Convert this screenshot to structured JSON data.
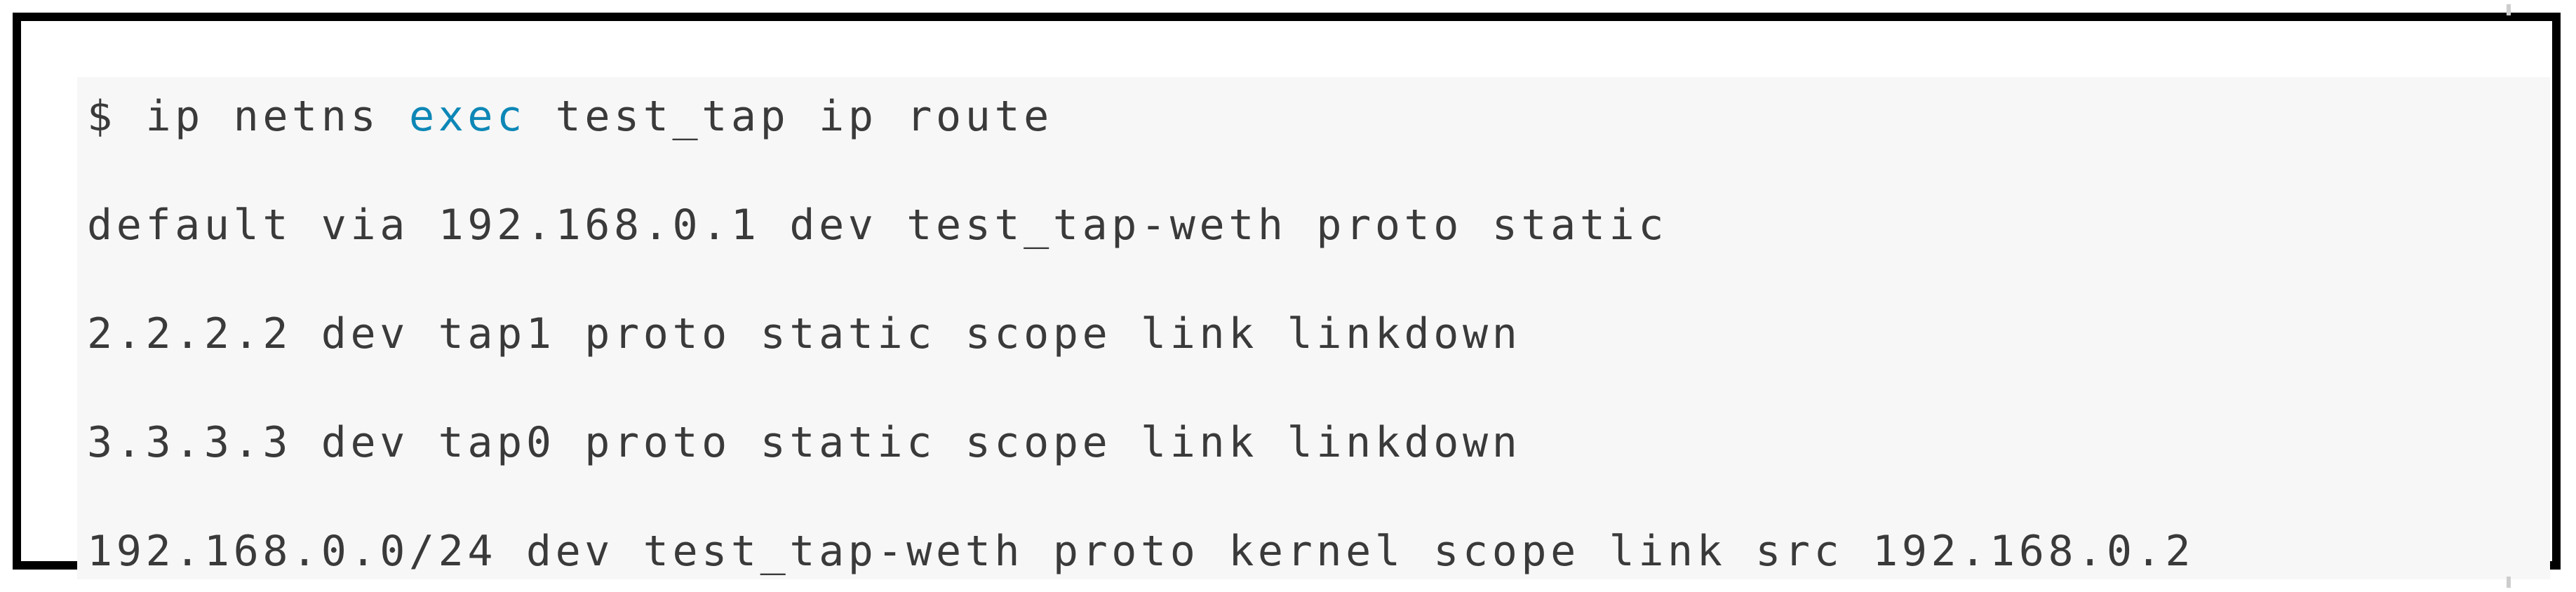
{
  "terminal": {
    "prompt_symbol": "$",
    "colors": {
      "frame_border": "#000000",
      "page_background": "#ffffff",
      "code_background": "#f7f7f7",
      "text": "#3a3a3a",
      "keyword_highlight": "#0d87b6"
    },
    "lines": [
      {
        "kind": "command",
        "segments": [
          {
            "text": "$ ip netns ",
            "highlight": false
          },
          {
            "text": "exec",
            "highlight": true
          },
          {
            "text": " test_tap ip route",
            "highlight": false
          }
        ],
        "full_text": "$ ip netns exec test_tap ip route"
      },
      {
        "kind": "output",
        "segments": [
          {
            "text": "default via 192.168.0.1 dev test_tap-weth proto static",
            "highlight": false
          }
        ],
        "full_text": "default via 192.168.0.1 dev test_tap-weth proto static"
      },
      {
        "kind": "output",
        "segments": [
          {
            "text": "2.2.2.2 dev tap1 proto static scope link linkdown",
            "highlight": false
          }
        ],
        "full_text": "2.2.2.2 dev tap1 proto static scope link linkdown"
      },
      {
        "kind": "output",
        "segments": [
          {
            "text": "3.3.3.3 dev tap0 proto static scope link linkdown",
            "highlight": false
          }
        ],
        "full_text": "3.3.3.3 dev tap0 proto static scope link linkdown"
      },
      {
        "kind": "output",
        "segments": [
          {
            "text": "192.168.0.0/24 dev test_tap-weth proto kernel scope link src 192.168.0.2",
            "highlight": false
          }
        ],
        "full_text": "192.168.0.0/24 dev test_tap-weth proto kernel scope link src 192.168.0.2"
      }
    ]
  }
}
